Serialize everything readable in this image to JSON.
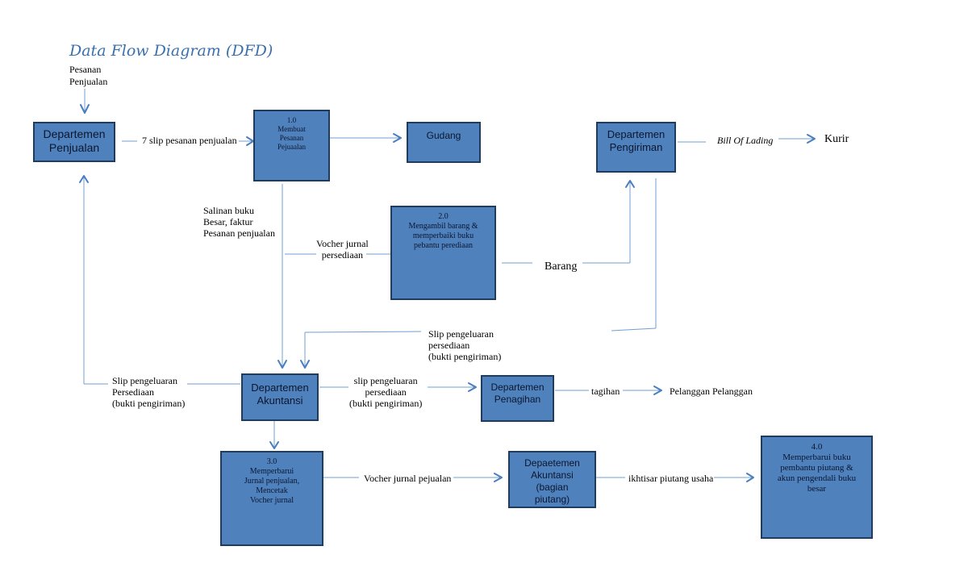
{
  "diagram": {
    "title": "Data Flow Diagram (DFD)",
    "colors": {
      "box_fill": "#4f81bd",
      "box_border": "#1f3b5e",
      "line": "#6f9fd0",
      "arrow": "#4a7ebf",
      "title": "#3a6fb0"
    },
    "entities": {
      "penjualan": "Departemen\nPenjualan",
      "gudang": "Gudang",
      "pengiriman": "Departemen\nPengiriman",
      "akuntansi": "Departemen\nAkuntansi",
      "penagihan": "Departemen\nPenagihan",
      "akuntansi_piutang": "Depaetemen\nAkuntansi\n(bagian\npiutang)",
      "kurir": "Kurir",
      "pelanggan": "Pelanggan Pelanggan"
    },
    "processes": {
      "p1": {
        "number": "1.0",
        "name": "Membuat\nPesanan\nPejuaalan"
      },
      "p2": {
        "number": "2.0",
        "name": "Mengambil barang &\nmemperbaiki buku\npebantu perediaan"
      },
      "p3": {
        "number": "3.0",
        "name": "Memperbarui\nJurnal penjualan,\nMencetak\nVocher jurnal"
      },
      "p4": {
        "number": "4.0",
        "name": "Memperbarui buku\npembantu piutang &\nakun pengendali buku\nbesar"
      }
    },
    "flows": {
      "pesanan": "Pesanan\nPenjualan",
      "slip7": "7 slip pesanan penjualan",
      "salinan": "Salinan buku\nBesar, faktur\nPesanan penjualan",
      "vocher_persediaan": "Vocher jurnal\npersediaan",
      "barang": "Barang",
      "bill": "Bill Of Lading",
      "slip_pengiriman": "Slip pengeluaran\npersediaan\n(bukti pengiriman)",
      "slip_persediaan_left": "Slip pengeluaran\nPersediaan\n(bukti pengiriman)",
      "slip_penagihan": "slip pengeluaran\npersediaan\n(bukti pengiriman)",
      "tagihan": "tagihan",
      "vocher_penjualan": "Vocher jurnal pejualan",
      "ikhtisar": "ikhtisar piutang usaha"
    }
  }
}
